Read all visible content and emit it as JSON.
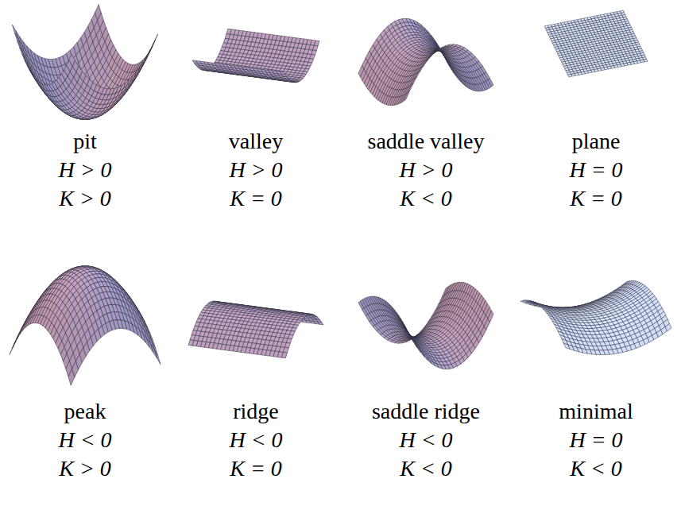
{
  "diagram": {
    "labels": [
      "pit",
      "H > 0",
      "K > 0",
      "valley",
      "H > 0",
      "K = 0",
      "saddle valley",
      "H > 0",
      "K < 0",
      "plane",
      "H = 0",
      "K = 0",
      "peak",
      "H < 0",
      "K > 0",
      "ridge",
      "H < 0",
      "K = 0",
      "saddle ridge",
      "H < 0",
      "K < 0",
      "minimal",
      "H = 0",
      "K < 0"
    ]
  }
}
